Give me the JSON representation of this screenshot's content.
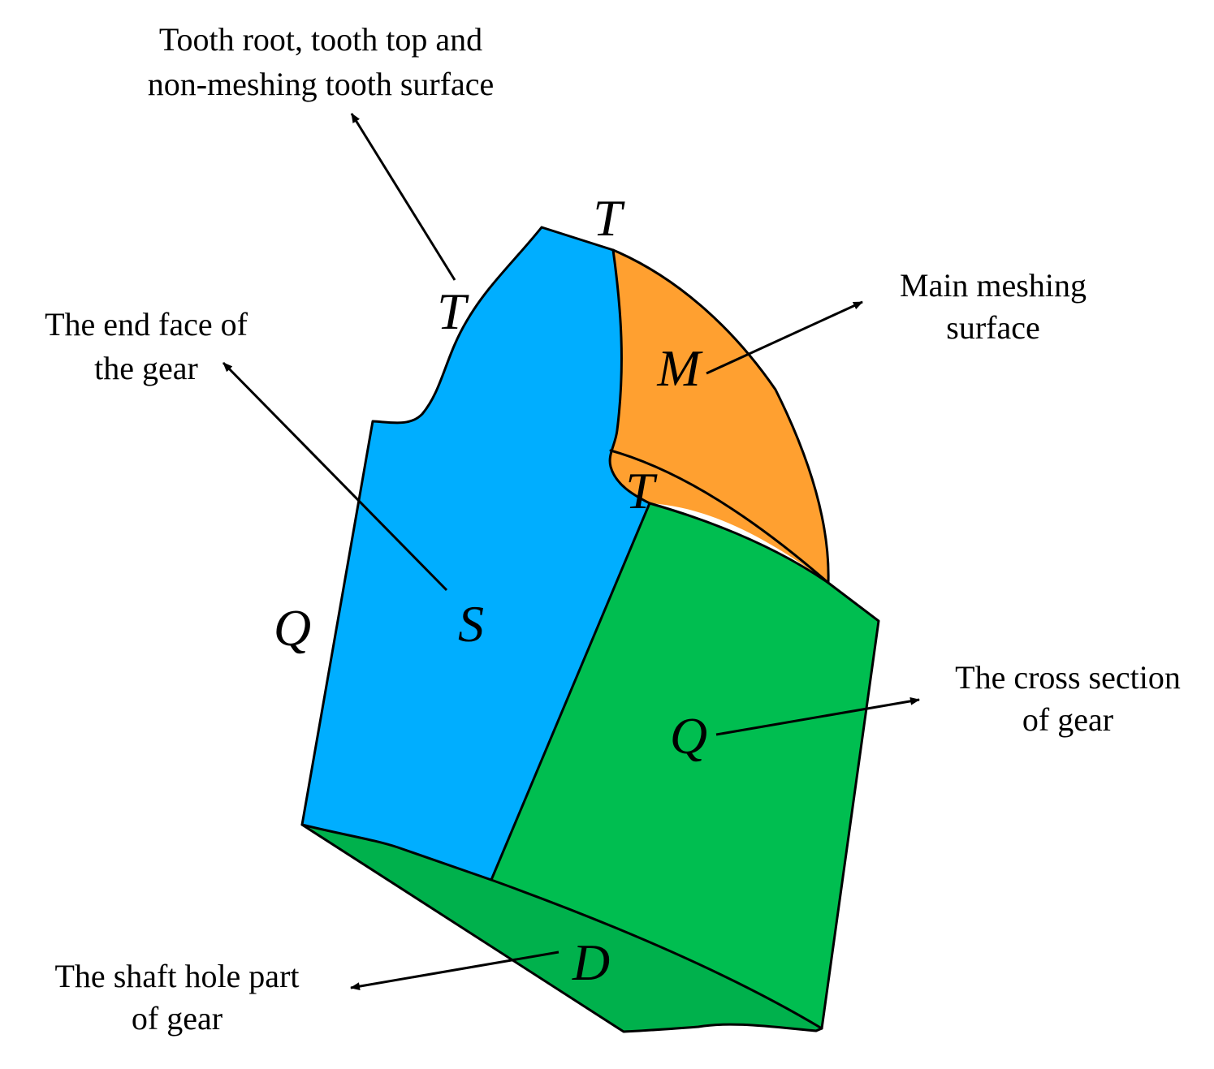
{
  "colors": {
    "end_face": "#00aeff",
    "meshing_surface": "#ffa030",
    "cross_section": "#00be50",
    "shaft_hole": "#00b14c",
    "line": "#000000",
    "background": "#ffffff"
  },
  "captions": {
    "tooth_line1": "Tooth root, tooth top and",
    "tooth_line2": "non-meshing tooth surface",
    "end_face_line1": "The end face of",
    "end_face_line2": "the gear",
    "meshing_line1": "Main meshing",
    "meshing_line2": "surface",
    "cross_line1": "The cross section",
    "cross_line2": "of gear",
    "shaft_line1": "The shaft hole part",
    "shaft_line2": "of gear"
  },
  "letters": {
    "t_top": "T",
    "t_left": "T",
    "t_mid": "T",
    "m": "M",
    "s": "S",
    "q_left": "Q",
    "q_right": "Q",
    "d": "D"
  }
}
